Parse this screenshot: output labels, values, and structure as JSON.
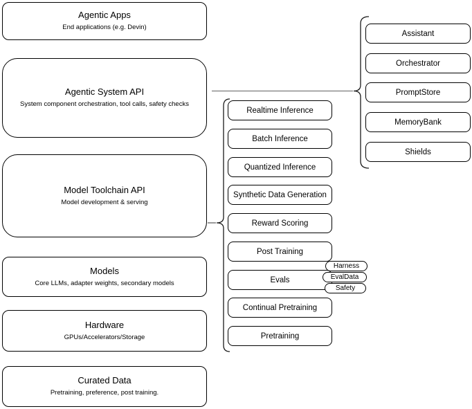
{
  "diagram": {
    "description": "Agentic system stack diagram",
    "left_stack": [
      {
        "title": "Agentic Apps",
        "subtitle": "End applications (e.g. Devin)"
      },
      {
        "title": "Agentic System API",
        "subtitle": "System component orchestration, tool calls, safety checks"
      },
      {
        "title": "Model Toolchain API",
        "subtitle": "Model development & serving"
      },
      {
        "title": "Models",
        "subtitle": "Core LLMs, adapter weights, secondary models"
      },
      {
        "title": "Hardware",
        "subtitle": "GPUs/Accelerators/Storage"
      },
      {
        "title": "Curated Data",
        "subtitle": "Pretraining, preference, post training."
      }
    ],
    "toolchain_items": [
      "Realtime Inference",
      "Batch Inference",
      "Quantized Inference",
      "Synthetic Data Generation",
      "Reward Scoring",
      "Post Training",
      "Evals",
      "Continual Pretraining",
      "Pretraining"
    ],
    "eval_tags": [
      "Harness",
      "EvalData",
      "Safety"
    ],
    "system_components": [
      "Assistant",
      "Orchestrator",
      "PromptStore",
      "MemoryBank",
      "Shields"
    ],
    "colors": {
      "box_border": "#000000",
      "box_fill": "#ffffff",
      "connector": "#8c8c8c",
      "bracket": "#1a1a1a",
      "text": "#000000",
      "background": "#ffffff"
    }
  }
}
